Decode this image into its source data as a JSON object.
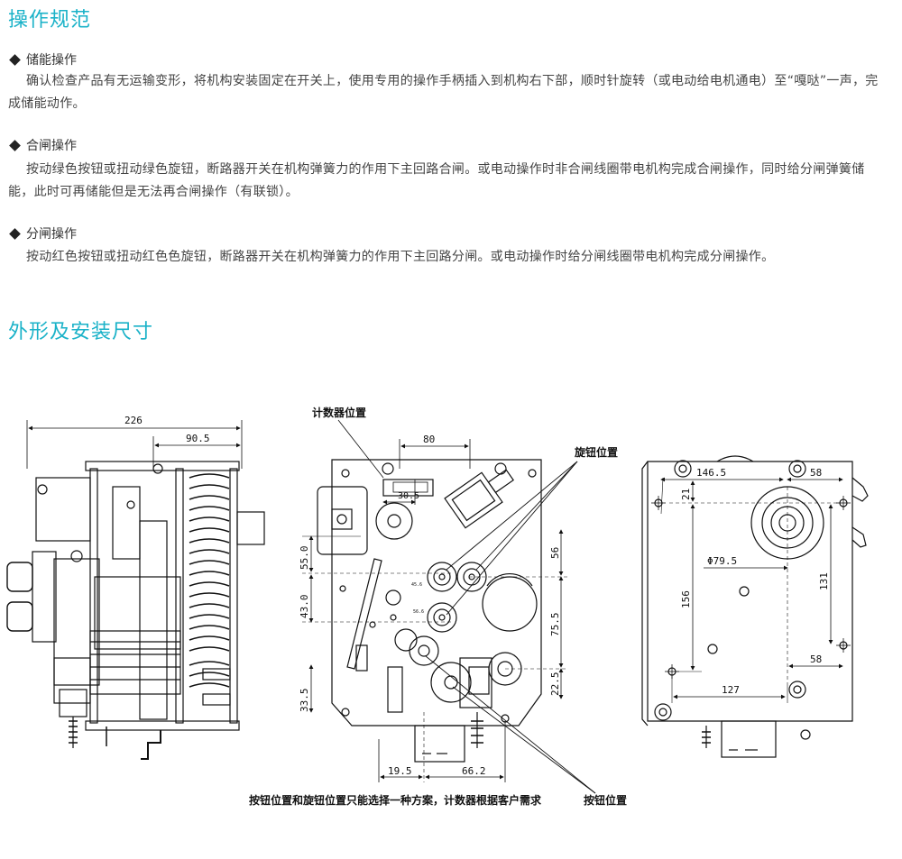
{
  "ops": {
    "title": "操作规范",
    "items": [
      {
        "heading": "储能操作",
        "text": "确认检查产品有无运输变形，将机构安装固定在开关上，使用专用的操作手柄插入到机构右下部，顺时针旋转（或电动给电机通电）至“嘎哒”一声，完成储能动作。"
      },
      {
        "heading": "合闸操作",
        "text": "按动绿色按钮或扭动绿色旋钮，断路器开关在机构弹簧力的作用下主回路合闸。或电动操作时非合闸线圈带电机构完成合闸操作，同时给分闸弹簧储能，此时可再储能但是无法再合闸操作（有联锁）。"
      },
      {
        "heading": "分闸操作",
        "text": "按动红色按钮或扭动红色色旋钮，断路器开关在机构弹簧力的作用下主回路分闸。或电动操作时给分闸线圈带电机构完成分闸操作。"
      }
    ]
  },
  "dims": {
    "title": "外形及安装尺寸",
    "left": {
      "w_total": "226",
      "w_part": "90.5"
    },
    "middle": {
      "counter_label": "计数器位置",
      "knob_label": "旋钮位置",
      "d80": "80",
      "d305": "30.5",
      "d55": "55.0",
      "d43": "43.0",
      "d335": "33.5",
      "d56": "56",
      "d755": "75.5",
      "d225": "22.5",
      "d195": "19.5",
      "d662": "66.2",
      "small1": "45.6",
      "small2": "56.6"
    },
    "right": {
      "d1465": "146.5",
      "d58a": "58",
      "d21": "21",
      "phi": "Φ79.5",
      "d156": "156",
      "d131": "131",
      "d58b": "58",
      "d127": "127"
    },
    "caption_a": "按钮位置和旋钮位置只能选择一种方案，计数器根据客户需求",
    "caption_b": "按钮位置"
  }
}
